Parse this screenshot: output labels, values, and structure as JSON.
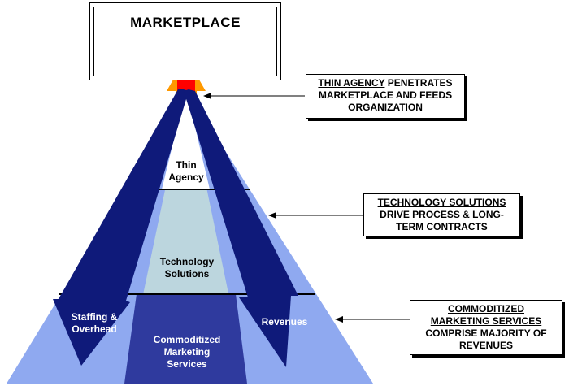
{
  "marketplace": {
    "title": "MARKETPLACE"
  },
  "layers": {
    "thin_agency": [
      "Thin",
      "Agency"
    ],
    "technology": [
      "Technology",
      "Solutions"
    ],
    "commoditized": [
      "Commoditized",
      "Marketing",
      "Services"
    ]
  },
  "arrows": {
    "left": [
      "Staffing &",
      "Overhead"
    ],
    "right": "Revenues"
  },
  "callouts": {
    "thin_agency": {
      "underlined": "THIN AGENCY",
      "rest_first_line": " PENETRATES",
      "lines": [
        "MARKETPLACE AND FEEDS",
        "ORGANIZATION"
      ]
    },
    "technology": {
      "underlined": "TECHNOLOGY SOLUTIONS",
      "lines": [
        "DRIVE PROCESS & LONG-",
        "TERM CONTRACTS"
      ]
    },
    "commoditized": {
      "underlined": [
        "COMMODITIZED",
        "MARKETING SERVICES"
      ],
      "lines": [
        "COMPRISE MAJORITY OF",
        "REVENUES"
      ]
    }
  },
  "colors": {
    "outer_light_blue": "#8fa9f0",
    "inner_light_blue": "#bcd6de",
    "navy": "#0f1a7a",
    "mid_blue": "#2f3a9e",
    "arrow_red": "#ff0000",
    "arrow_orange": "#ff9900"
  }
}
